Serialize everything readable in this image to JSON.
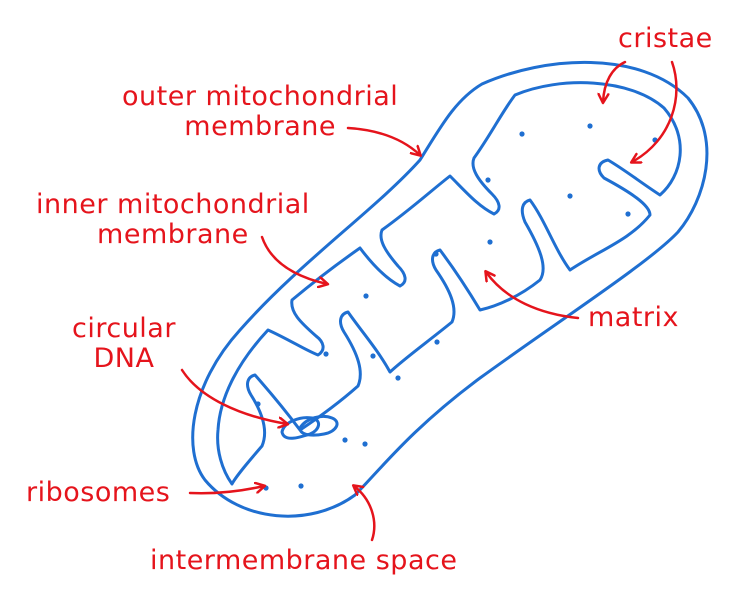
{
  "colors": {
    "label": "#e5141c",
    "membrane": "#1f6fd1",
    "background": "#ffffff"
  },
  "labels": {
    "cristae": "cristae",
    "outer_membrane": [
      "outer mitochondrial",
      "membrane"
    ],
    "inner_membrane": [
      "inner mitochondrial",
      "membrane"
    ],
    "circular_dna": [
      "circular",
      "DNA"
    ],
    "matrix": "matrix",
    "ribosomes": "ribosomes",
    "intermembrane_space": "intermembrane space"
  }
}
